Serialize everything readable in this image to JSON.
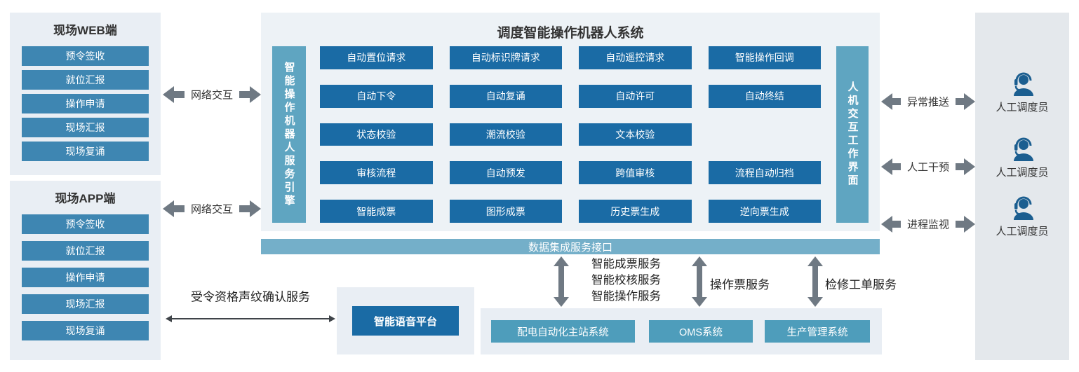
{
  "colors": {
    "primary_blue": "#1A6BA5",
    "item_blue": "#3E86B2",
    "bar_blue": "#5FA5C1",
    "bus_blue": "#74AFC9",
    "system_blue": "#4E9DBB",
    "panel_bg": "#E9EEF4",
    "main_bg": "#EDF2F6",
    "right_bg": "#E4E8EC",
    "arrow_gray": "#6F7983",
    "text_dark": "#333333",
    "icon_blue": "#1B5E90"
  },
  "left": {
    "web_panel": {
      "title": "现场WEB端",
      "items": [
        "预令签收",
        "就位汇报",
        "操作申请",
        "现场汇报",
        "现场复诵"
      ]
    },
    "app_panel": {
      "title": "现场APP端",
      "items": [
        "预令签收",
        "就位汇报",
        "操作申请",
        "现场汇报",
        "现场复诵"
      ]
    },
    "network_arrow_top_label": "网络交互",
    "network_arrow_bottom_label": "网络交互"
  },
  "main": {
    "title": "调度智能操作机器人系统",
    "left_bar_label": "智能操作机器人服务引擎",
    "right_bar_label": "人机交互工作界面",
    "rows": [
      [
        "自动置位请求",
        "自动标识牌请求",
        "自动遥控请求",
        "智能操作回调"
      ],
      [
        "自动下令",
        "自动复诵",
        "自动许可",
        "自动终结"
      ],
      [
        "状态校验",
        "潮流校验",
        "文本校验"
      ],
      [
        "审核流程",
        "自动预发",
        "跨值审核",
        "流程自动归档"
      ],
      [
        "智能成票",
        "图形成票",
        "历史票生成",
        "逆向票生成"
      ]
    ],
    "data_bus_label": "数据集成服务接口"
  },
  "services": {
    "group1_lines": [
      "智能成票服务",
      "智能校核服务",
      "智能操作服务"
    ],
    "group2_label": "操作票服务",
    "group3_label": "检修工单服务"
  },
  "bottom_systems": {
    "items": [
      "配电自动化主站系统",
      "OMS系统",
      "生产管理系统"
    ]
  },
  "voice": {
    "arrow_label": "受令资格声纹确认服务",
    "platform_label": "智能语音平台"
  },
  "right": {
    "arrow_labels": [
      "异常推送",
      "人工干预",
      "进程监视"
    ],
    "operators": [
      "人工调度员",
      "人工调度员",
      "人工调度员"
    ]
  }
}
